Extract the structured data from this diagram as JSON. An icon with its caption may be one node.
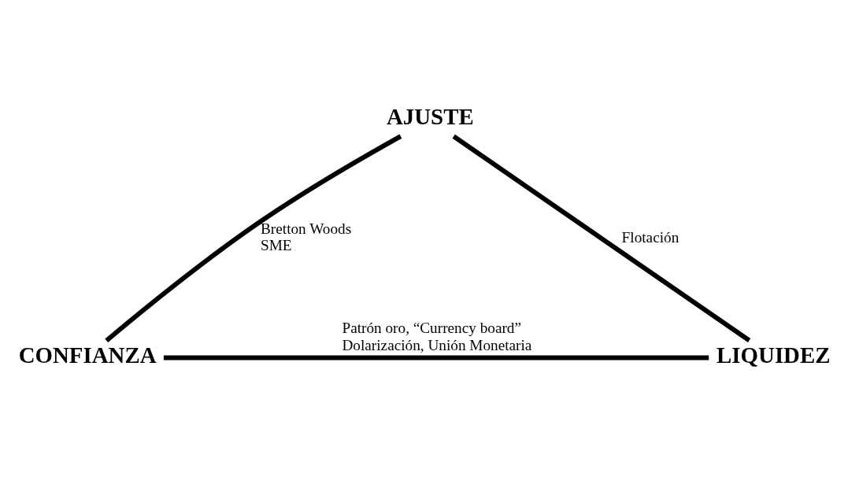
{
  "diagram": {
    "nodes": [
      {
        "text": [
          "AJUSTE"
        ]
      },
      {
        "text": [
          "CONFIANZA"
        ]
      },
      {
        "text": [
          "LIQUIDEZ"
        ]
      }
    ],
    "edges": [
      {
        "from": 0,
        "to": 1,
        "arrow": "none",
        "label": "Bretton Woods SME"
      },
      {
        "from": 0,
        "to": 2,
        "arrow": "none",
        "label": "Flotación"
      },
      {
        "from": 1,
        "to": 2,
        "arrow": "none",
        "label": "Patrón oro, “Currency board” Dolarización, Unión Monetaria"
      }
    ]
  }
}
